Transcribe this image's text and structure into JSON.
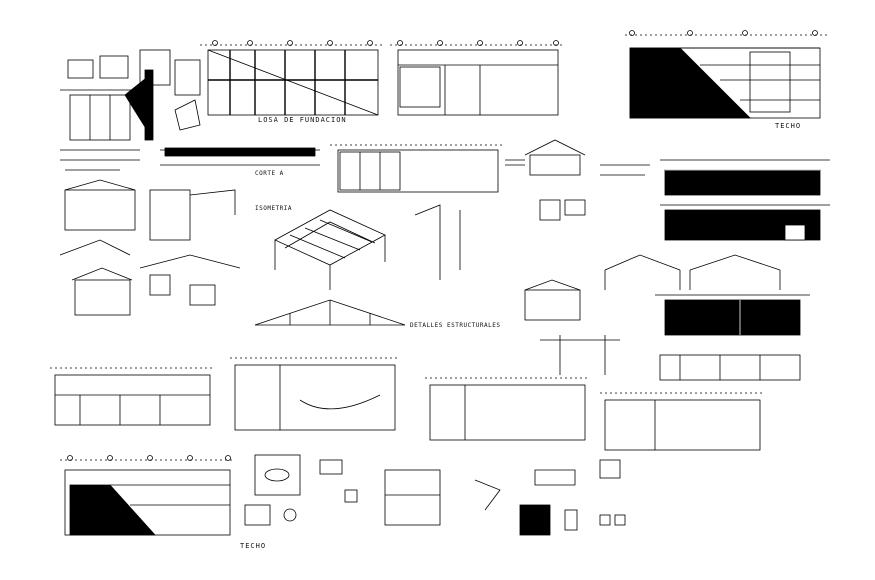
{
  "drawing": {
    "sheet_background": "#ffffff",
    "ink_color": "#000000",
    "labels": {
      "fundacion": "LOSA DE FUNDACION",
      "techo_top": "TECHO",
      "techo_bottom": "TECHO",
      "isometria": "ISOMETRIA",
      "corte": "CORTE A",
      "detalles_estructurales": "DETALLES ESTRUCTURALES"
    }
  }
}
